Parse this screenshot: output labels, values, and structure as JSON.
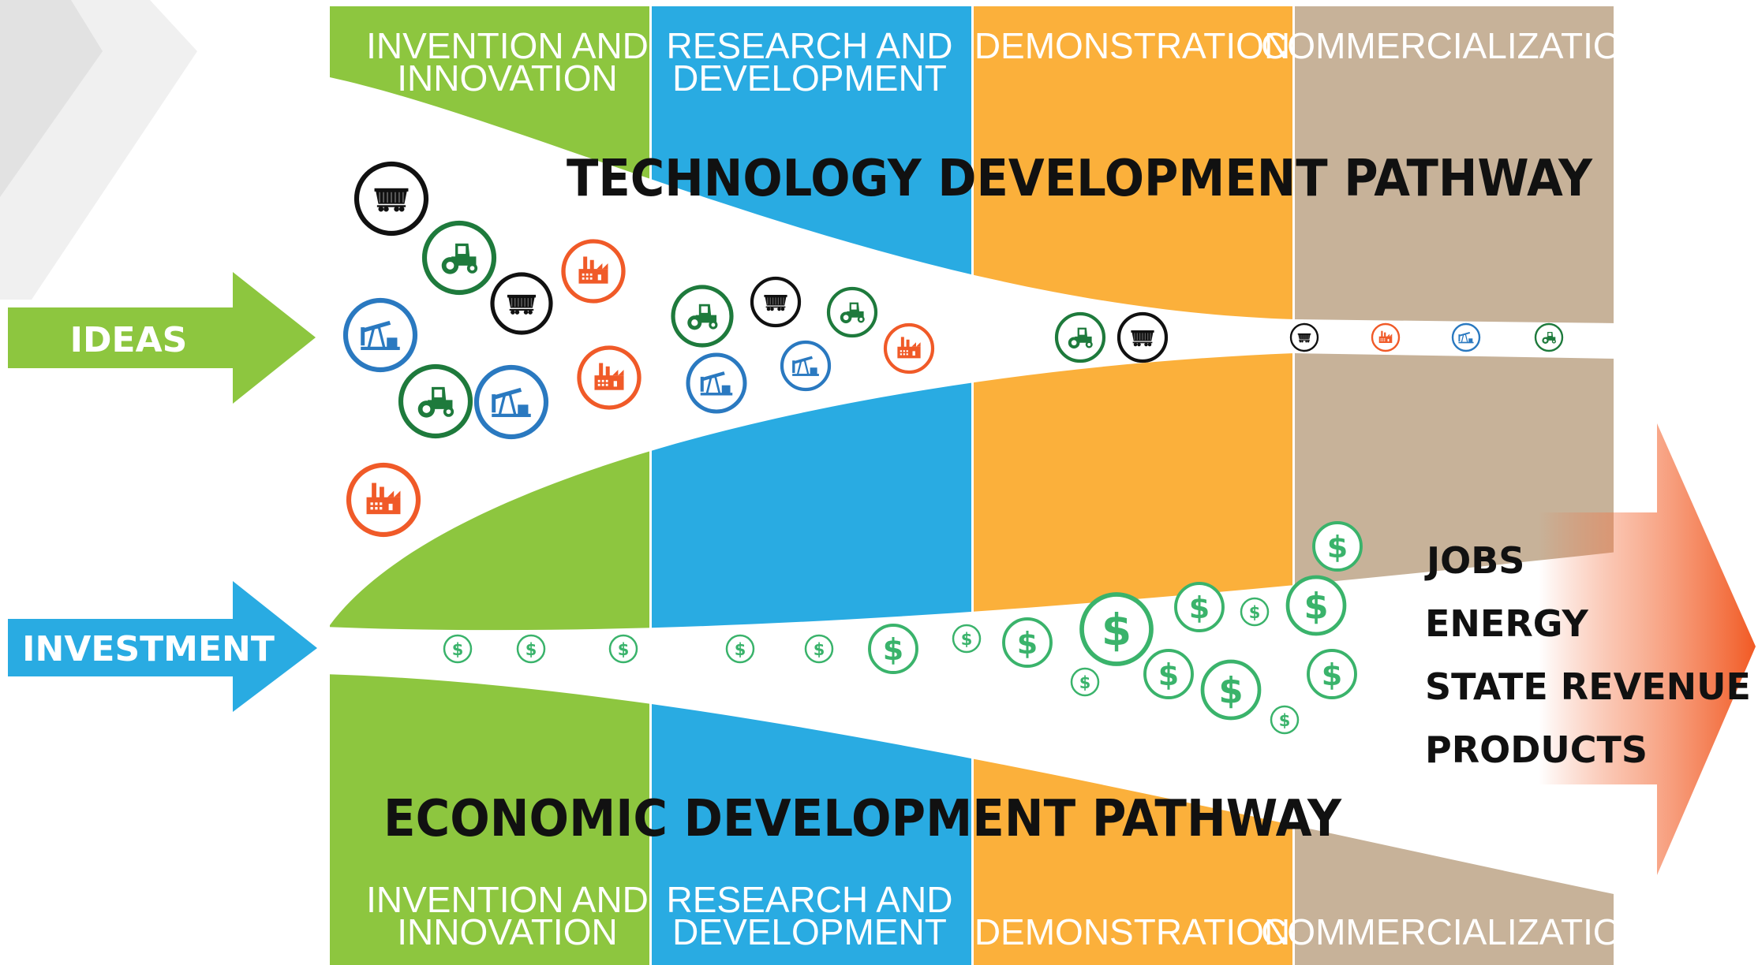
{
  "stages_top": [
    {
      "line1": "INVENTION AND",
      "line2": "INNOVATION",
      "color": "#8dc63f"
    },
    {
      "line1": "RESEARCH AND",
      "line2": "DEVELOPMENT",
      "color": "#29abe2"
    },
    {
      "line1": "DEMONSTRATION",
      "line2": "",
      "color": "#fbb03b"
    },
    {
      "line1": "COMMERCIALIZATION",
      "line2": "",
      "color": "#c7b299"
    }
  ],
  "stages_bottom": [
    {
      "line1": "INVENTION AND",
      "line2": "INNOVATION"
    },
    {
      "line1": "RESEARCH AND",
      "line2": "DEVELOPMENT"
    },
    {
      "line1": "DEMONSTRATION",
      "line2": ""
    },
    {
      "line1": "COMMERCIALIZATION",
      "line2": ""
    }
  ],
  "technology_title": "TECHNOLOGY DEVELOPMENT PATHWAY",
  "economic_title": "ECONOMIC DEVELOPMENT PATHWAY",
  "ideas_arrow": {
    "label": "IDEAS",
    "color": "#8dc63f"
  },
  "investment_arrow": {
    "label": "INVESTMENT",
    "color": "#29abe2"
  },
  "outcomes": [
    "JOBS",
    "ENERGY",
    "STATE REVENUE",
    "PRODUCTS"
  ],
  "outcome_arrow_color": "#f15a24",
  "icon_colors": {
    "railcar": "#111111",
    "tractor": "#1e7a3c",
    "factory": "#f05a28",
    "oil-pump": "#2a79c0",
    "dollar": "#3ab36b"
  },
  "coin_symbol": "$"
}
